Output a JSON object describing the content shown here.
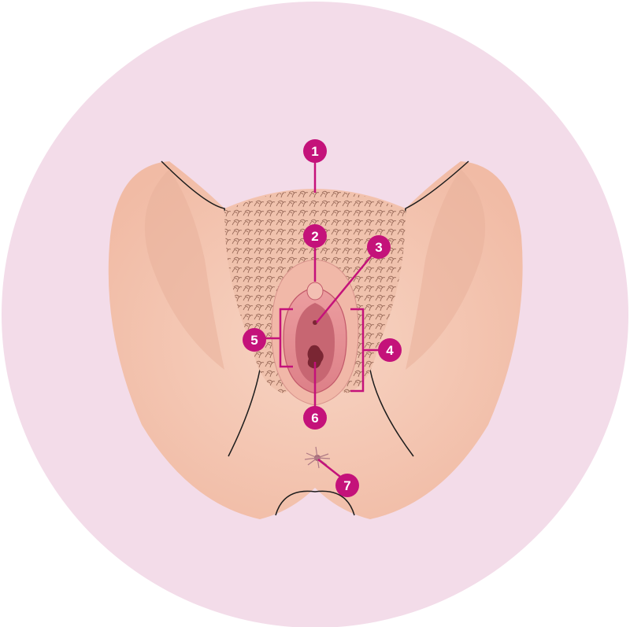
{
  "colors": {
    "background_circle": "#f3dce9",
    "skin": "#f5c9b4",
    "skin_shadow": "#e9ab95",
    "hair": "#8a5a4a",
    "labia_outer": "#e58e93",
    "labia_inner": "#c2596a",
    "opening": "#7a2633",
    "accent": "#c4127a",
    "marker_text": "#ffffff"
  },
  "markers": [
    {
      "id": "1",
      "label": "1"
    },
    {
      "id": "2",
      "label": "2"
    },
    {
      "id": "3",
      "label": "3"
    },
    {
      "id": "4",
      "label": "4"
    },
    {
      "id": "5",
      "label": "5"
    },
    {
      "id": "6",
      "label": "6"
    },
    {
      "id": "7",
      "label": "7"
    }
  ]
}
